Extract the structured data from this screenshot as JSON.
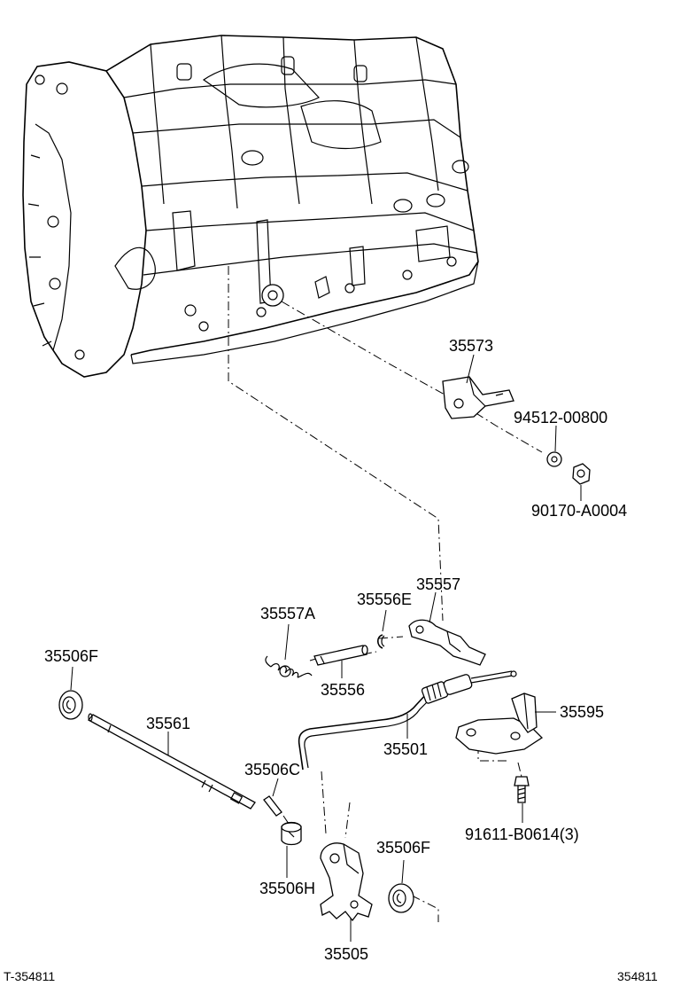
{
  "diagram": {
    "callouts": {
      "p35573": "35573",
      "p94512": "94512-00800",
      "p90170": "90170-A0004",
      "p35557": "35557",
      "p35557A": "35557A",
      "p35556E": "35556E",
      "p35556": "35556",
      "p35506F_top": "35506F",
      "p35561": "35561",
      "p35501": "35501",
      "p35595": "35595",
      "p35506C": "35506C",
      "p91611": "91611-B0614(3)",
      "p35506F_bottom": "35506F",
      "p35506H": "35506H",
      "p35505": "35505"
    },
    "footer": {
      "left_code": "T-354811",
      "right_code": "354811"
    }
  }
}
